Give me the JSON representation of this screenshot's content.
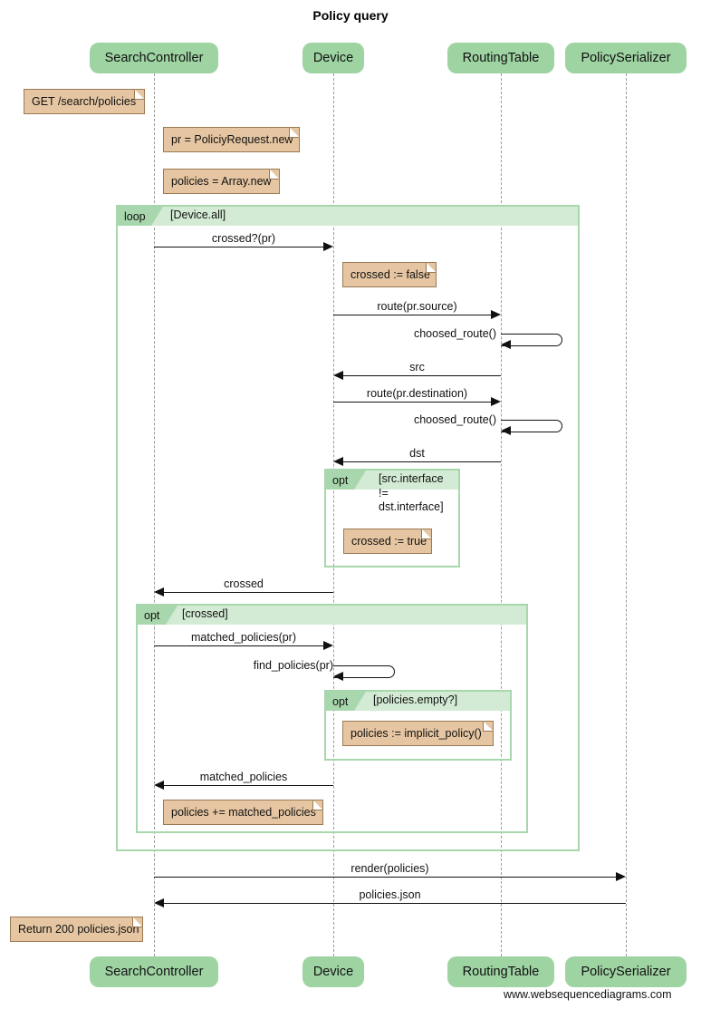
{
  "diagram": {
    "title": "Policy query",
    "footer_url": "www.websequencediagrams.com",
    "colors": {
      "actor_fill": "#9ed3a2",
      "frame_border": "#a9d7ad",
      "frame_header": "#d3ebd4",
      "note_fill": "#e6c6a2",
      "note_border": "#9a7a52",
      "line": "#111111",
      "lifeline": "#9a9a9a"
    }
  },
  "actors": [
    {
      "name": "SearchController",
      "label": "SearchController"
    },
    {
      "name": "Device",
      "label": "Device"
    },
    {
      "name": "RoutingTable",
      "label": "RoutingTable"
    },
    {
      "name": "PolicySerializer",
      "label": "PolicySerializer"
    }
  ],
  "actors_bottom": [
    {
      "label": "SearchController"
    },
    {
      "label": "Device"
    },
    {
      "label": "RoutingTable"
    },
    {
      "label": "PolicySerializer"
    }
  ],
  "notes": [
    {
      "id": "note-get-search-policies",
      "text": "GET /search/policies"
    },
    {
      "id": "note-pr-new",
      "text": "pr = PoliciyRequest.new"
    },
    {
      "id": "note-policies-array-new",
      "text": "policies = Array.new"
    },
    {
      "id": "note-crossed-false",
      "text": "crossed := false"
    },
    {
      "id": "note-crossed-true",
      "text": "crossed := true"
    },
    {
      "id": "note-implicit-policy",
      "text": "policies := implicit_policy()"
    },
    {
      "id": "note-policies-append",
      "text": "policies += matched_policies"
    },
    {
      "id": "note-return-200",
      "text": "Return 200 policies.json"
    }
  ],
  "frames": [
    {
      "id": "frame-loop-device-all",
      "tag": "loop",
      "condition": "[Device.all]"
    },
    {
      "id": "frame-opt-interface",
      "tag": "opt",
      "condition": "[src.interface\n!=\ndst.interface]"
    },
    {
      "id": "frame-opt-crossed",
      "tag": "opt",
      "condition": "[crossed]"
    },
    {
      "id": "frame-opt-policies-empty",
      "tag": "opt",
      "condition": "[policies.empty?]"
    }
  ],
  "messages": [
    {
      "id": "msg-crossed-query",
      "label": "crossed?(pr)",
      "from": "SearchController",
      "to": "Device",
      "kind": "call"
    },
    {
      "id": "msg-route-source",
      "label": "route(pr.source)",
      "from": "Device",
      "to": "RoutingTable",
      "kind": "call"
    },
    {
      "id": "msg-choosed-route-1",
      "label": "choosed_route()",
      "from": "RoutingTable",
      "to": "RoutingTable",
      "kind": "self"
    },
    {
      "id": "msg-src",
      "label": "src",
      "from": "RoutingTable",
      "to": "Device",
      "kind": "return"
    },
    {
      "id": "msg-route-destination",
      "label": "route(pr.destination)",
      "from": "Device",
      "to": "RoutingTable",
      "kind": "call"
    },
    {
      "id": "msg-choosed-route-2",
      "label": "choosed_route()",
      "from": "RoutingTable",
      "to": "RoutingTable",
      "kind": "self"
    },
    {
      "id": "msg-dst",
      "label": "dst",
      "from": "RoutingTable",
      "to": "Device",
      "kind": "return"
    },
    {
      "id": "msg-crossed",
      "label": "crossed",
      "from": "Device",
      "to": "SearchController",
      "kind": "return"
    },
    {
      "id": "msg-matched-policies-pr",
      "label": "matched_policies(pr)",
      "from": "SearchController",
      "to": "Device",
      "kind": "call"
    },
    {
      "id": "msg-find-policies",
      "label": "find_policies(pr)",
      "from": "Device",
      "to": "Device",
      "kind": "self"
    },
    {
      "id": "msg-matched-policies",
      "label": "matched_policies",
      "from": "Device",
      "to": "SearchController",
      "kind": "return"
    },
    {
      "id": "msg-render-policies",
      "label": "render(policies)",
      "from": "SearchController",
      "to": "PolicySerializer",
      "kind": "call"
    },
    {
      "id": "msg-policies-json",
      "label": "policies.json",
      "from": "PolicySerializer",
      "to": "SearchController",
      "kind": "return"
    }
  ]
}
